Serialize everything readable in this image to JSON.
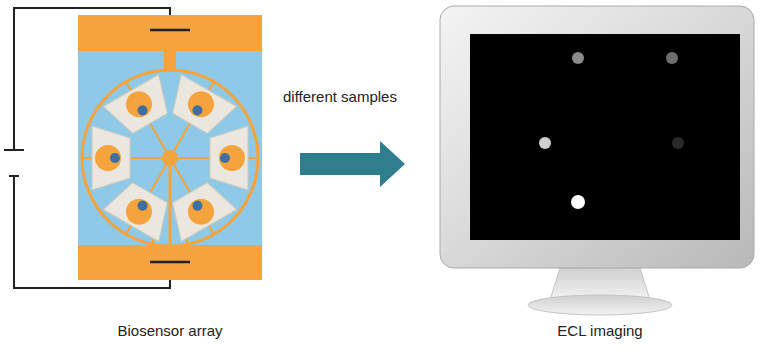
{
  "diagram": {
    "labels": [
      "different samples",
      "Biosensor array",
      "ECL imaging"
    ]
  }
}
